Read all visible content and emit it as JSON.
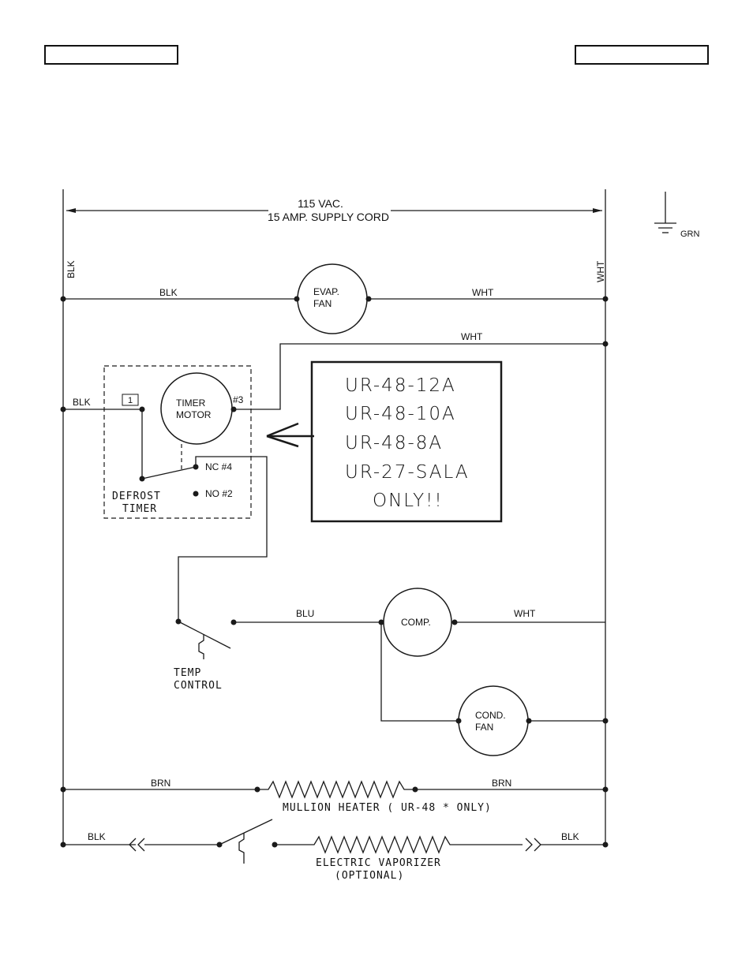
{
  "header": {
    "left_box": "",
    "right_box": ""
  },
  "supply": {
    "line1": "115 VAC.",
    "line2": "15 AMP. SUPPLY CORD"
  },
  "ground": {
    "label": "GRN"
  },
  "wires": {
    "left_rail": "BLK",
    "right_rail": "WHT",
    "evap_left": "BLK",
    "evap_right": "WHT",
    "timer_wht": "WHT",
    "timer_blk": "BLK",
    "comp_left": "BLU",
    "comp_right": "WHT",
    "heater_left": "BRN",
    "heater_right": "BRN",
    "vaporizer_left": "BLK",
    "vaporizer_right": "BLK"
  },
  "components": {
    "evap_fan": {
      "line1": "EVAP.",
      "line2": "FAN"
    },
    "timer_motor": {
      "line1": "TIMER",
      "line2": "MOTOR"
    },
    "compressor": {
      "label": "COMP."
    },
    "cond_fan": {
      "line1": "COND.",
      "line2": "FAN"
    }
  },
  "defrost_timer": {
    "terminal_1": "1",
    "terminal_3": "#3",
    "nc": "NC #4",
    "no": "NO #2",
    "line1": "DEFROST",
    "line2": "TIMER"
  },
  "temp_control": {
    "line1": "TEMP",
    "line2": "CONTROL"
  },
  "mullion_heater": {
    "label": "MULLION HEATER ( UR-48 * ONLY)"
  },
  "vaporizer": {
    "line1": "ELECTRIC VAPORIZER",
    "line2": "(OPTIONAL)"
  },
  "models_box": {
    "models": [
      "UR-48-12A",
      "UR-48-10A",
      "UR-48-8A",
      "UR-27-SALA"
    ],
    "note": "ONLY!!"
  }
}
